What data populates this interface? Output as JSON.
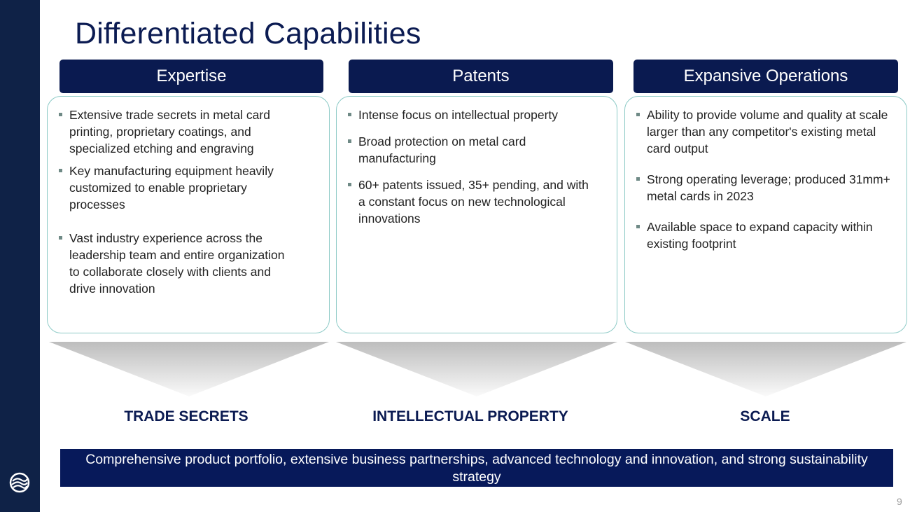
{
  "title": "Differentiated Capabilities",
  "columns": [
    {
      "header": "Expertise",
      "bullets": [
        "Extensive trade secrets in metal card printing, proprietary coatings, and specialized etching and engraving",
        "Key manufacturing equipment heavily customized to enable proprietary processes",
        "Vast industry experience across the leadership team and entire organization to collaborate closely with clients and drive innovation"
      ],
      "label": "TRADE SECRETS"
    },
    {
      "header": "Patents",
      "bullets": [
        "Intense focus on intellectual property",
        "Broad protection on metal card manufacturing",
        "60+ patents issued, 35+ pending, and with a constant focus on new technological innovations"
      ],
      "label": "INTELLECTUAL PROPERTY"
    },
    {
      "header": "Expansive Operations",
      "bullets": [
        "Ability to provide volume and quality at scale larger than any competitor's existing metal card output",
        "Strong operating leverage; produced 31mm+ metal cards in 2023",
        "Available space to expand capacity within existing footprint"
      ],
      "label": "SCALE"
    }
  ],
  "footer": "Comprehensive product portfolio, extensive business partnerships, advanced technology and innovation, and strong sustainability strategy",
  "page_number": "9"
}
